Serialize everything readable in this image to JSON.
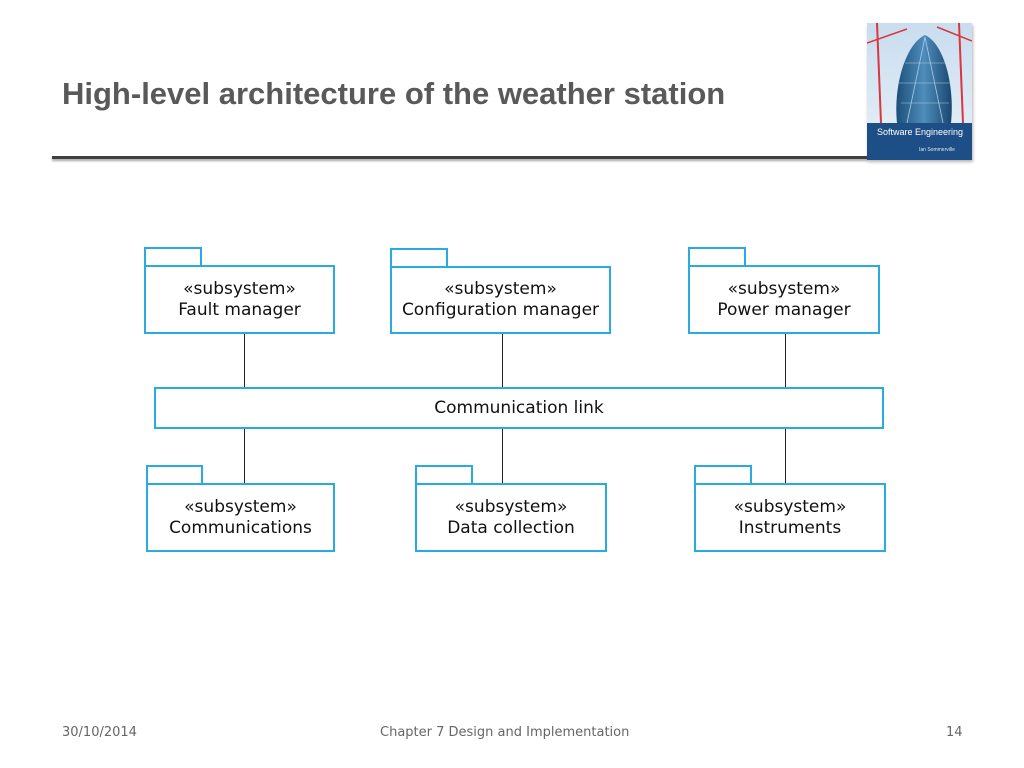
{
  "slide": {
    "title": "High-level architecture of the weather station"
  },
  "book_cover": {
    "title": "Software Engineering",
    "author": "Ian Sommerville"
  },
  "diagram": {
    "stereotype": "«subsystem»",
    "top_packages": [
      {
        "name": "Fault manager"
      },
      {
        "name": "Configuration manager"
      },
      {
        "name": "Power manager"
      }
    ],
    "link": {
      "label": "Communication link"
    },
    "bottom_packages": [
      {
        "name": "Communications"
      },
      {
        "name": "Data collection"
      },
      {
        "name": "Instruments"
      }
    ],
    "colors": {
      "package_border": "#29abe2",
      "connector": "#222222"
    }
  },
  "footer": {
    "date": "30/10/2014",
    "chapter": "Chapter 7 Design and Implementation",
    "page": "14"
  }
}
